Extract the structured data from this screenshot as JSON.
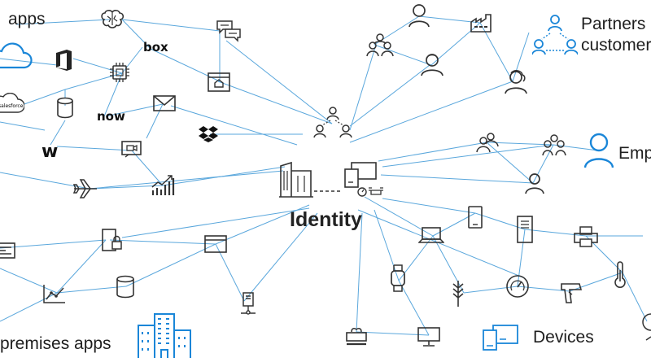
{
  "labels": {
    "cloud_apps": "apps",
    "partners_line1": "Partners",
    "partners_line2": "customers",
    "employees": "Emp",
    "identity": "Identity",
    "devices": "Devices",
    "onprem_apps": "premises apps"
  },
  "brands": {
    "box": "box",
    "now": "now",
    "salesforce": "salesforce",
    "workday": "w"
  },
  "colors": {
    "wire": "#5aa7dc",
    "accent": "#1a86d8",
    "icon": "#333333",
    "text": "#1f1f1f"
  },
  "icons": [
    "cloud-icon",
    "office-icon",
    "brain-icon",
    "chip-icon",
    "chat-icon",
    "box-logo",
    "database-icon",
    "now-logo",
    "salesforce-logo",
    "workday-logo",
    "mail-icon",
    "dropbox-icon",
    "browser-app-icon",
    "video-icon",
    "airplane-icon",
    "growth-chart-icon",
    "user-icon",
    "group-icon",
    "factory-icon",
    "partner-triangle-icon",
    "employee-icon",
    "identity-hierarchy-icon",
    "building-icon",
    "devices-icon",
    "phone-icon",
    "laptop-icon",
    "server-icon",
    "printer-icon",
    "thermometer-icon",
    "gauge-icon",
    "barcode-scanner-icon",
    "wheat-icon",
    "wearable-icon",
    "desktop-icon",
    "keyboard-icon",
    "locked-device-icon",
    "browser-window-icon",
    "network-node-icon",
    "line-chart-icon",
    "form-icon",
    "office-buildings-icon"
  ]
}
